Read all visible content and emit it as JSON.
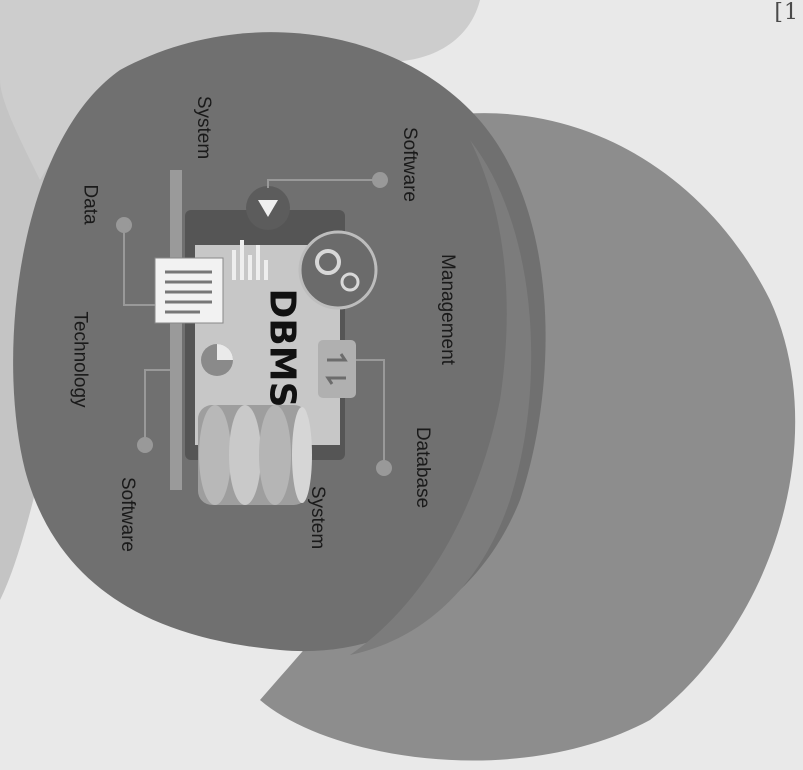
{
  "corner_mark": "[1",
  "center_label": "DBMS",
  "labels": {
    "system_top": "System",
    "software_top": "Software",
    "data": "Data",
    "management": "Management",
    "technology": "Technology",
    "database": "Database",
    "software_bottom": "Software",
    "system_bottom": "System"
  },
  "colors": {
    "background": "#e9e9e9",
    "blob_back": "#8e8e8e",
    "blob_front": "#6e6e6e",
    "blob_left": "#c2c2c2"
  },
  "icons": [
    "server-stack-icon",
    "gears-icon",
    "document-icon",
    "pie-chart-icon",
    "bar-chart-icon",
    "sync-icon",
    "play-icon"
  ]
}
